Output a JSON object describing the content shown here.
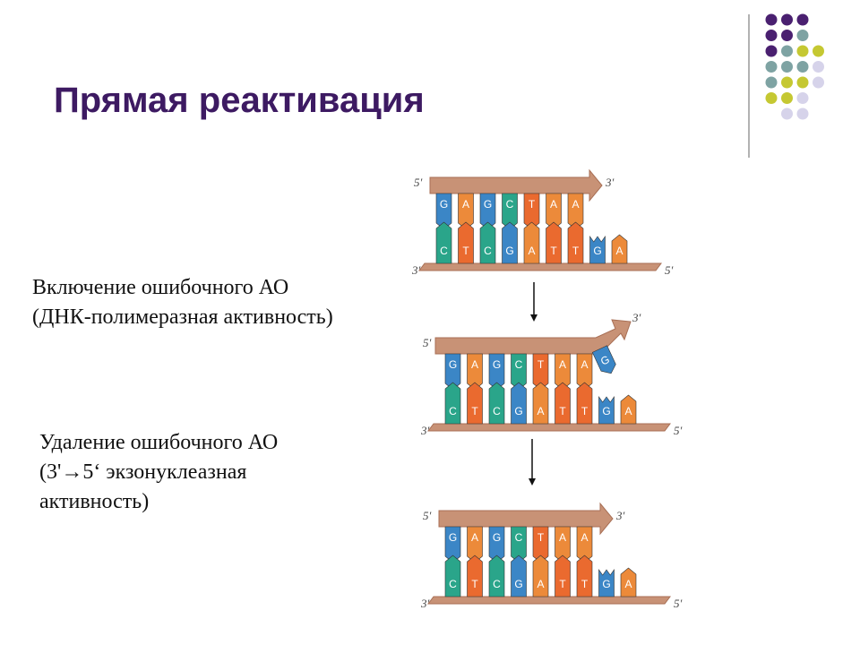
{
  "slide": {
    "title": "Прямая реактивация",
    "caption1": {
      "line1": "Включение ошибочного АО",
      "line2": "(ДНК-полимеразная активность)"
    },
    "caption2": {
      "line1": "Удаление ошибочного АО",
      "line2": "(3'→5‘ экзонуклеазная",
      "line3": "активность)"
    }
  },
  "colors": {
    "title": "#3d1a62",
    "G": "#3b86c6",
    "A": "#ec8a3a",
    "C": "#2aa58a",
    "T": "#ea6a2f",
    "backbone": "#c89276",
    "deco_purple": "#4a2070",
    "deco_teal": "#7ea3a3",
    "deco_yellow": "#c5c832",
    "deco_lavender": "#d6d3ea"
  },
  "decoration": {
    "dots": [
      [
        "purple",
        "purple",
        "purple",
        null
      ],
      [
        "purple",
        "purple",
        "teal",
        null
      ],
      [
        "purple",
        "teal",
        "yellow",
        "yellow"
      ],
      [
        "teal",
        "teal",
        "teal",
        "lavender"
      ],
      [
        "teal",
        "yellow",
        "yellow",
        "lavender"
      ],
      [
        "yellow",
        "yellow",
        "lavender",
        null
      ],
      [
        "lavender",
        "lavender",
        null,
        null
      ]
    ]
  },
  "diagrams": [
    {
      "label_5_top": "5′",
      "label_3_top": "3′",
      "label_3_bottom": "3′",
      "label_5_bottom": "5′",
      "top_bases": [
        "G",
        "A",
        "G",
        "C",
        "T",
        "A",
        "A"
      ],
      "bottom_bases": [
        "C",
        "T",
        "C",
        "G",
        "A",
        "T",
        "T",
        "G",
        "A"
      ],
      "state": "normal"
    },
    {
      "label_5_top": "5′",
      "label_3_top": "3′",
      "label_3_bottom": "3′",
      "label_5_bottom": "5′",
      "top_bases": [
        "G",
        "A",
        "G",
        "C",
        "T",
        "A",
        "A"
      ],
      "mismatched_base": "G",
      "bottom_bases": [
        "C",
        "T",
        "C",
        "G",
        "A",
        "T",
        "T",
        "G",
        "A"
      ],
      "state": "mismatch"
    },
    {
      "label_5_top": "5′",
      "label_3_top": "3′",
      "label_3_bottom": "3′",
      "label_5_bottom": "5′",
      "top_bases": [
        "G",
        "A",
        "G",
        "C",
        "T",
        "A",
        "A"
      ],
      "bottom_bases": [
        "C",
        "T",
        "C",
        "G",
        "A",
        "T",
        "T",
        "G",
        "A"
      ],
      "state": "corrected"
    }
  ]
}
